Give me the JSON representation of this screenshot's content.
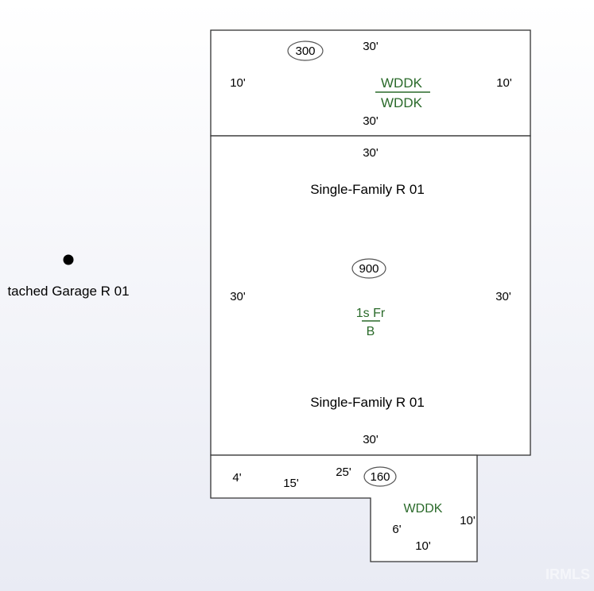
{
  "sections": {
    "top": {
      "area": "300",
      "dim_top": "30'",
      "dim_bottom": "30'",
      "dim_left": "10'",
      "dim_right": "10'",
      "code_top": "WDDK",
      "code_bottom": "WDDK"
    },
    "main": {
      "area": "900",
      "dim_top": "30'",
      "dim_bottom": "30'",
      "dim_left": "30'",
      "dim_right": "30'",
      "label_top": "Single-Family R 01",
      "label_bottom": "Single-Family R 01",
      "code_top": "1s Fr",
      "code_bottom": "B"
    },
    "bottom": {
      "area": "160",
      "dim_a": "4'",
      "dim_b": "15'",
      "dim_c": "25'",
      "dim_d": "10'",
      "dim_e": "6'",
      "dim_f": "10'",
      "code": "WDDK"
    }
  },
  "garage_point": {
    "label": "tached Garage R 01"
  },
  "watermark": "IRMLS"
}
